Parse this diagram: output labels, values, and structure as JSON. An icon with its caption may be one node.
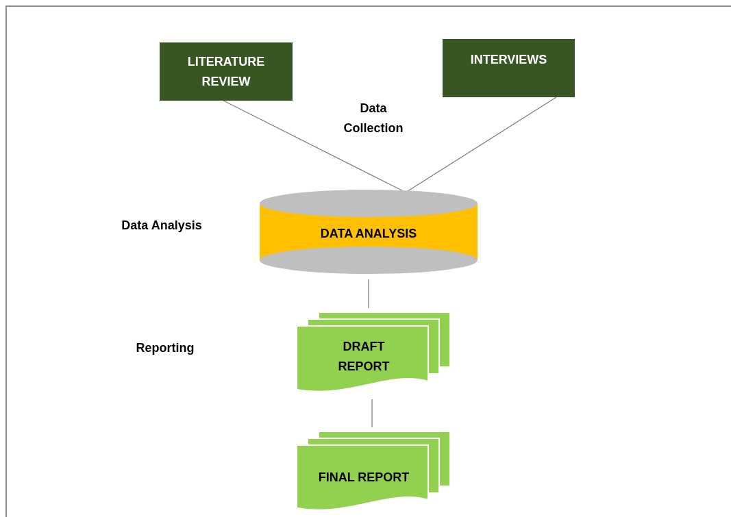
{
  "diagram": {
    "nodes": [
      {
        "text": [
          "LITERATURE REVIEW"
        ]
      },
      {
        "text": [
          "INTERVIEWS"
        ]
      },
      {
        "text": [
          "DATA ANALYSIS"
        ]
      },
      {
        "text": [
          "DRAFT REPORT"
        ]
      },
      {
        "text": [
          "FINAL REPORT"
        ]
      }
    ],
    "edges": [
      {
        "from": 0,
        "to": 2,
        "arrow": "none"
      },
      {
        "from": 1,
        "to": 2,
        "arrow": "none"
      },
      {
        "from": 2,
        "to": 3,
        "arrow": "none"
      },
      {
        "from": 3,
        "to": 4,
        "arrow": "none"
      }
    ],
    "labels": [
      "Data Collection",
      "Data Analysis",
      "Reporting"
    ]
  }
}
